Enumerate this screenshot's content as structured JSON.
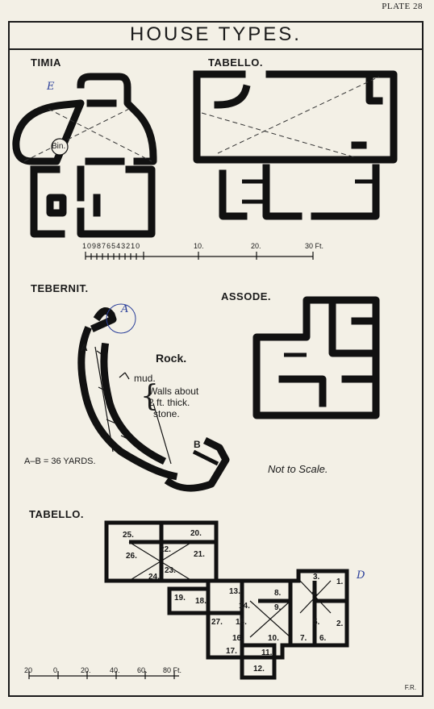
{
  "plate": "PLATE 28",
  "title": "HOUSE TYPES.",
  "labels": {
    "timia": "TIMIA",
    "tabello_top": "TABELLO.",
    "tebernit": "TEBERNIT.",
    "assode": "ASSODE.",
    "tabello_bottom": "TABELLO.",
    "bin": "Bin.",
    "rock": "Rock.",
    "mud": "mud.",
    "walls_line1": "Walls about",
    "walls_line2": "2 ft. thick.",
    "walls_line3": "stone.",
    "point_a": "A",
    "point_b": "B",
    "distance": "A–B = 36 YARDS.",
    "not_to_scale": "Not to Scale."
  },
  "scale_top": {
    "ticks": [
      "10",
      "9",
      "8",
      "7",
      "6",
      "5",
      "4",
      "3",
      "2",
      "1",
      "0",
      "10.",
      "20.",
      "30 Ft."
    ]
  },
  "scale_bottom": {
    "ticks": [
      "20",
      "0.",
      "20.",
      "40.",
      "60.",
      "80 Ft."
    ]
  },
  "rooms": [
    "1.",
    "2.",
    "3.",
    "4.",
    "5.",
    "6.",
    "7.",
    "8.",
    "9.",
    "10.",
    "11.",
    "12.",
    "13.",
    "14.",
    "15.",
    "16.",
    "17.",
    "18.",
    "19.",
    "20.",
    "21.",
    "22.",
    "23.",
    "24.",
    "25.",
    "26.",
    "27."
  ],
  "annotations": {
    "e_mark": "E",
    "a_mark": "A",
    "d_mark": "D"
  },
  "signature": "F.R."
}
